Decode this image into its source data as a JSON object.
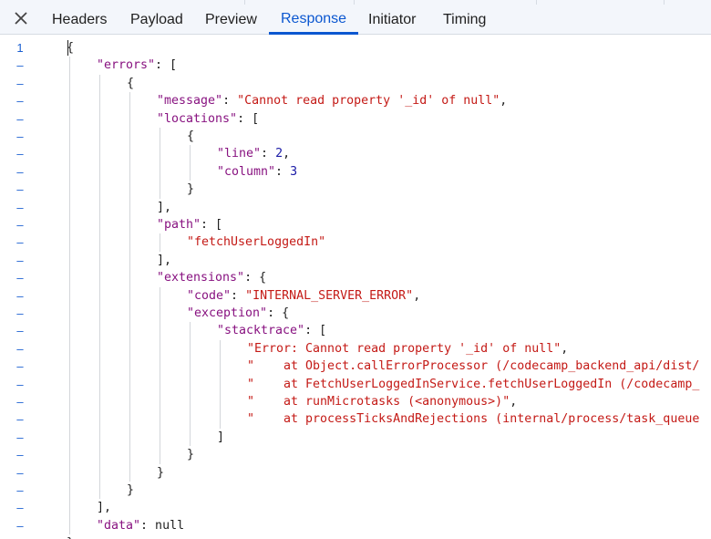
{
  "tabs": [
    {
      "label": "Headers",
      "active": false
    },
    {
      "label": "Payload",
      "active": false
    },
    {
      "label": "Preview",
      "active": false
    },
    {
      "label": "Response",
      "active": true
    },
    {
      "label": "Initiator",
      "active": false
    },
    {
      "label": "Timing",
      "active": false
    }
  ],
  "icons": {
    "close": "close-icon"
  },
  "colors": {
    "accent": "#0b57d0",
    "key": "#881280",
    "string": "#c41a16",
    "number": "#1a1aa6",
    "gutter": "#1a5fd1"
  },
  "response": {
    "lines": [
      {
        "gutter": "1",
        "indent": 0,
        "tokens": [
          {
            "t": "p",
            "v": "{"
          }
        ]
      },
      {
        "gutter": "–",
        "indent": 1,
        "tokens": [
          {
            "t": "k",
            "v": "\"errors\""
          },
          {
            "t": "p",
            "v": ": ["
          }
        ]
      },
      {
        "gutter": "–",
        "indent": 2,
        "tokens": [
          {
            "t": "p",
            "v": "{"
          }
        ]
      },
      {
        "gutter": "–",
        "indent": 3,
        "tokens": [
          {
            "t": "k",
            "v": "\"message\""
          },
          {
            "t": "p",
            "v": ": "
          },
          {
            "t": "s",
            "v": "\"Cannot read property '_id' of null\""
          },
          {
            "t": "p",
            "v": ","
          }
        ]
      },
      {
        "gutter": "–",
        "indent": 3,
        "tokens": [
          {
            "t": "k",
            "v": "\"locations\""
          },
          {
            "t": "p",
            "v": ": ["
          }
        ]
      },
      {
        "gutter": "–",
        "indent": 4,
        "tokens": [
          {
            "t": "p",
            "v": "{"
          }
        ]
      },
      {
        "gutter": "–",
        "indent": 5,
        "tokens": [
          {
            "t": "k",
            "v": "\"line\""
          },
          {
            "t": "p",
            "v": ": "
          },
          {
            "t": "n",
            "v": "2"
          },
          {
            "t": "p",
            "v": ","
          }
        ]
      },
      {
        "gutter": "–",
        "indent": 5,
        "tokens": [
          {
            "t": "k",
            "v": "\"column\""
          },
          {
            "t": "p",
            "v": ": "
          },
          {
            "t": "n",
            "v": "3"
          }
        ]
      },
      {
        "gutter": "–",
        "indent": 4,
        "tokens": [
          {
            "t": "p",
            "v": "}"
          }
        ]
      },
      {
        "gutter": "–",
        "indent": 3,
        "tokens": [
          {
            "t": "p",
            "v": "],"
          }
        ]
      },
      {
        "gutter": "–",
        "indent": 3,
        "tokens": [
          {
            "t": "k",
            "v": "\"path\""
          },
          {
            "t": "p",
            "v": ": ["
          }
        ]
      },
      {
        "gutter": "–",
        "indent": 4,
        "tokens": [
          {
            "t": "s",
            "v": "\"fetchUserLoggedIn\""
          }
        ]
      },
      {
        "gutter": "–",
        "indent": 3,
        "tokens": [
          {
            "t": "p",
            "v": "],"
          }
        ]
      },
      {
        "gutter": "–",
        "indent": 3,
        "tokens": [
          {
            "t": "k",
            "v": "\"extensions\""
          },
          {
            "t": "p",
            "v": ": {"
          }
        ]
      },
      {
        "gutter": "–",
        "indent": 4,
        "tokens": [
          {
            "t": "k",
            "v": "\"code\""
          },
          {
            "t": "p",
            "v": ": "
          },
          {
            "t": "s",
            "v": "\"INTERNAL_SERVER_ERROR\""
          },
          {
            "t": "p",
            "v": ","
          }
        ]
      },
      {
        "gutter": "–",
        "indent": 4,
        "tokens": [
          {
            "t": "k",
            "v": "\"exception\""
          },
          {
            "t": "p",
            "v": ": {"
          }
        ]
      },
      {
        "gutter": "–",
        "indent": 5,
        "tokens": [
          {
            "t": "k",
            "v": "\"stacktrace\""
          },
          {
            "t": "p",
            "v": ": ["
          }
        ]
      },
      {
        "gutter": "–",
        "indent": 6,
        "tokens": [
          {
            "t": "s",
            "v": "\"Error: Cannot read property '_id' of null\""
          },
          {
            "t": "p",
            "v": ","
          }
        ]
      },
      {
        "gutter": "–",
        "indent": 6,
        "tokens": [
          {
            "t": "s",
            "v": "\"    at Object.callErrorProcessor (/codecamp_backend_api/dist/"
          }
        ]
      },
      {
        "gutter": "–",
        "indent": 6,
        "tokens": [
          {
            "t": "s",
            "v": "\"    at FetchUserLoggedInService.fetchUserLoggedIn (/codecamp_"
          }
        ]
      },
      {
        "gutter": "–",
        "indent": 6,
        "tokens": [
          {
            "t": "s",
            "v": "\"    at runMicrotasks (<anonymous>)\""
          },
          {
            "t": "p",
            "v": ","
          }
        ]
      },
      {
        "gutter": "–",
        "indent": 6,
        "tokens": [
          {
            "t": "s",
            "v": "\"    at processTicksAndRejections (internal/process/task_queue"
          }
        ]
      },
      {
        "gutter": "–",
        "indent": 5,
        "tokens": [
          {
            "t": "p",
            "v": "]"
          }
        ]
      },
      {
        "gutter": "–",
        "indent": 4,
        "tokens": [
          {
            "t": "p",
            "v": "}"
          }
        ]
      },
      {
        "gutter": "–",
        "indent": 3,
        "tokens": [
          {
            "t": "p",
            "v": "}"
          }
        ]
      },
      {
        "gutter": "–",
        "indent": 2,
        "tokens": [
          {
            "t": "p",
            "v": "}"
          }
        ]
      },
      {
        "gutter": "–",
        "indent": 1,
        "tokens": [
          {
            "t": "p",
            "v": "],"
          }
        ]
      },
      {
        "gutter": "–",
        "indent": 1,
        "tokens": [
          {
            "t": "k",
            "v": "\"data\""
          },
          {
            "t": "p",
            "v": ": null"
          }
        ]
      },
      {
        "gutter": "",
        "indent": 0,
        "tokens": [
          {
            "t": "p",
            "v": "}"
          }
        ]
      }
    ]
  }
}
